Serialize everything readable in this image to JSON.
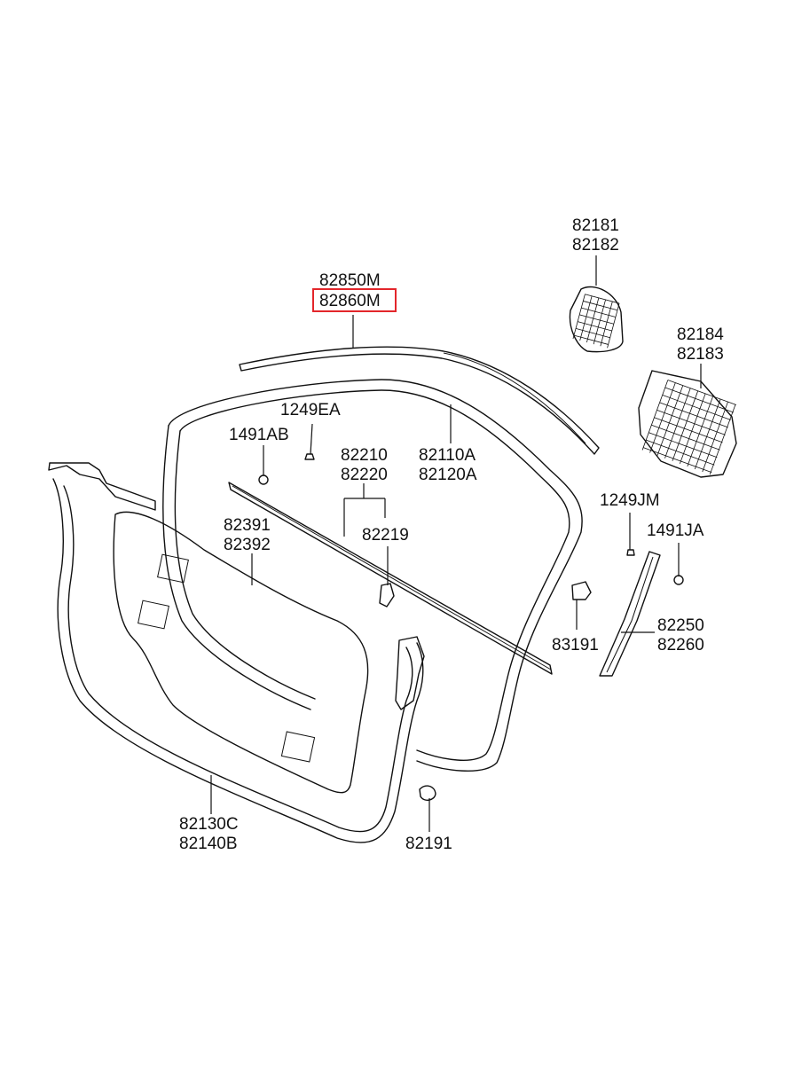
{
  "diagram": {
    "highlight_color": "#e3262b",
    "callouts": {
      "c_82181": [
        "82181",
        "82182"
      ],
      "c_82850": [
        "82850M",
        "82860M"
      ],
      "c_82184": [
        "82184",
        "82183"
      ],
      "c_1249EA": [
        "1249EA"
      ],
      "c_1491AB": [
        "1491AB"
      ],
      "c_82210": [
        "82210",
        "82220"
      ],
      "c_82110": [
        "82110A",
        "82120A"
      ],
      "c_82391": [
        "82391",
        "82392"
      ],
      "c_82219": [
        "82219"
      ],
      "c_1249JM": [
        "1249JM"
      ],
      "c_1491JA": [
        "1491JA"
      ],
      "c_83191": [
        "83191"
      ],
      "c_82250": [
        "82250",
        "82260"
      ],
      "c_82130": [
        "82130C",
        "82140B"
      ],
      "c_82191": [
        "82191"
      ]
    },
    "highlighted_part": "82860M"
  }
}
